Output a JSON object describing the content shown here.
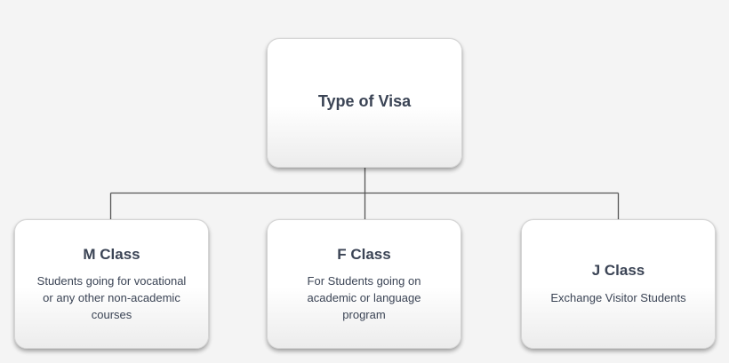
{
  "colors": {
    "background": "#f4f4f4",
    "box_fill": "#ffffff",
    "text": "#3b4455",
    "connector": "#555555"
  },
  "root": {
    "title": "Type of Visa"
  },
  "children": [
    {
      "title": "M Class",
      "description": "Students going for vocational\nor any other non-academic\ncourses"
    },
    {
      "title": "F Class",
      "description": "For Students going on\nacademic or language\nprogram"
    },
    {
      "title": "J Class",
      "description": "Exchange Visitor Students"
    }
  ]
}
